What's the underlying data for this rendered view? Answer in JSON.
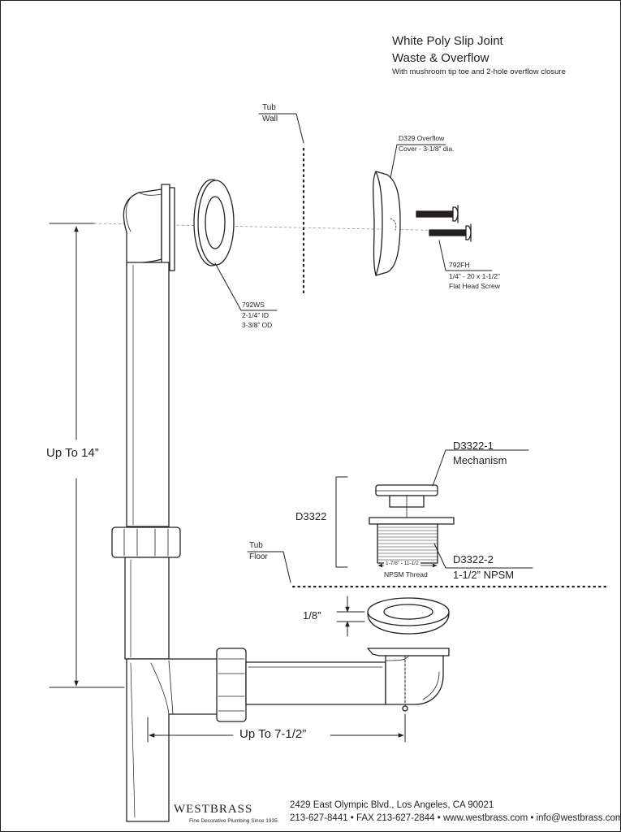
{
  "title": {
    "line1": "White Poly Slip Joint",
    "line2": "Waste & Overflow",
    "subtitle": "With mushroom tip toe and 2-hole overflow closure"
  },
  "labels": {
    "tub_wall_1": "Tub",
    "tub_wall_2": "Wall",
    "overflow_cover_1": "D329 Overflow",
    "overflow_cover_2": "Cover - 3-1/8” dia.",
    "screw_part": "792FH",
    "screw_spec": "1/4” - 20 x 1-1/2”",
    "screw_name": "Flat Head Screw",
    "washer_part": "792WS",
    "washer_id": "2-1/4” ID",
    "washer_od": "3-3/8” OD",
    "height_dim": "Up To 14”",
    "mech_part": "D3322-1",
    "mech_name": "Mechanism",
    "assembly_part": "D3322",
    "tub_floor_1": "Tub",
    "tub_floor_2": "Floor",
    "thread_dim": "1-7/8” - 11-1/2",
    "thread_name": "NPSM Thread",
    "body_part": "D3322-2",
    "body_thread": "1-1/2” NPSM",
    "gap_dim": "1/8”",
    "length_dim": "Up To 7-1/2”"
  },
  "footer": {
    "brand": "WESTBRASS",
    "tagline": "Fine Decorative Plumbing Since 1935",
    "address": "2429 East Olympic Blvd., Los Angeles, CA  90021",
    "contact": "213-627-8441 • FAX 213-627-2844 • www.westbrass.com • info@westbrass.com"
  },
  "colors": {
    "ink": "#231f20",
    "background": "#ffffff",
    "centerline": "#999999"
  }
}
